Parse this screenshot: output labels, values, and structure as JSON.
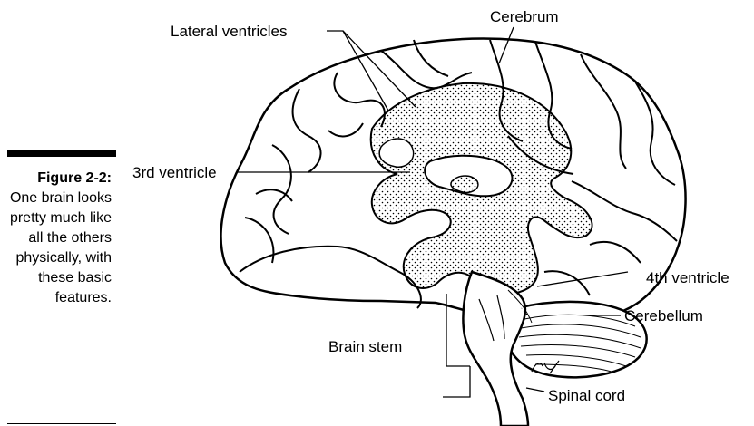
{
  "figure": {
    "number": "Figure 2-2:",
    "caption": "One brain looks pretty much like all the others physically, with these basic features."
  },
  "labels": {
    "lateral_ventricles": "Lateral ventricles",
    "cerebrum": "Cerebrum",
    "third_ventricle": "3rd ventricle",
    "fourth_ventricle": "4th ventricle",
    "cerebellum": "Cerebellum",
    "brain_stem": "Brain stem",
    "spinal_cord": "Spinal cord"
  },
  "colors": {
    "ink": "#000000",
    "background": "#ffffff"
  }
}
